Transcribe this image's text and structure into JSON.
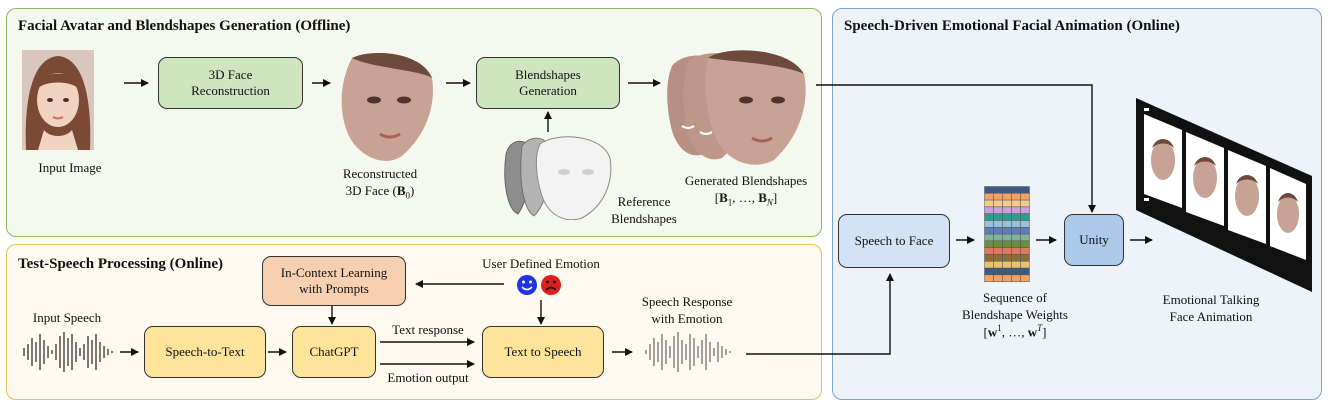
{
  "panels": {
    "offline": {
      "title": "Facial Avatar and Blendshapes Generation (Offline)"
    },
    "speech": {
      "title": "Test-Speech Processing (Online)"
    },
    "animation": {
      "title": "Speech-Driven Emotional Facial Animation (Online)"
    }
  },
  "boxes": {
    "face_recon": {
      "line1": "3D Face",
      "line2": "Reconstruction"
    },
    "blend_gen": {
      "line1": "Blendshapes",
      "line2": "Generation"
    },
    "icl": {
      "line1": "In-Context Learning",
      "line2": "with Prompts"
    },
    "stt": "Speech-to-Text",
    "chatgpt": "ChatGPT",
    "tts": "Text to Speech",
    "s2f": "Speech to Face",
    "unity": "Unity"
  },
  "labels": {
    "input_image": "Input Image",
    "recon_1": "Reconstructed",
    "recon_2_prefix": "3D Face (",
    "recon_2_sym": "B",
    "recon_2_sub": "0",
    "recon_2_suffix": ")",
    "reference_1": "Reference",
    "reference_2": "Blendshapes",
    "generated_1": "Generated Blendshapes",
    "generated_2_open": "[",
    "generated_2_b1": "B",
    "generated_2_s1": "1",
    "generated_2_mid": ", …, ",
    "generated_2_bn": "B",
    "generated_2_sn": "N",
    "generated_2_close": "]",
    "user_emotion": "User Defined Emotion",
    "input_speech": "Input Speech",
    "text_response": "Text response",
    "emotion_output": "Emotion output",
    "speech_response_1": "Speech Response",
    "speech_response_2": "with Emotion",
    "seq_1": "Sequence of",
    "seq_2": "Blendshape Weights",
    "seq_3_open": "[",
    "seq_3_w1": "w",
    "seq_3_s1": "1",
    "seq_3_mid": ", …, ",
    "seq_3_wt": "w",
    "seq_3_st": "T",
    "seq_3_close": "]",
    "anim_1": "Emotional Talking",
    "anim_2": "Face Animation"
  },
  "icons": {
    "input_image": "portrait-photo-icon",
    "reconstructed": "3d-face-mesh-icon",
    "reference": "white-mask-blendshapes-icon",
    "generated": "stacked-face-blendshapes-icon",
    "happy": "happy-face-emoji-icon",
    "sad": "sad-face-emoji-icon",
    "weights": "blendshape-weights-grid-icon",
    "film": "film-strip-icon",
    "waveform": "audio-waveform-icon"
  },
  "colors": {
    "offline_bg": "#f4f8ee",
    "offline_border": "#8dbb62",
    "speech_bg": "#fffaf0",
    "speech_border": "#e8c14f",
    "anim_bg": "#eef3f9",
    "anim_border": "#7aa3cf",
    "green_box": "#cfe5c0",
    "yellow_box": "#fde49a",
    "salmon_box": "#f7cfb1",
    "blue_box": "#aecaeb",
    "light_blue_box": "#d3e2f4",
    "happy": "#1f33e0",
    "sad": "#e01e1e"
  }
}
